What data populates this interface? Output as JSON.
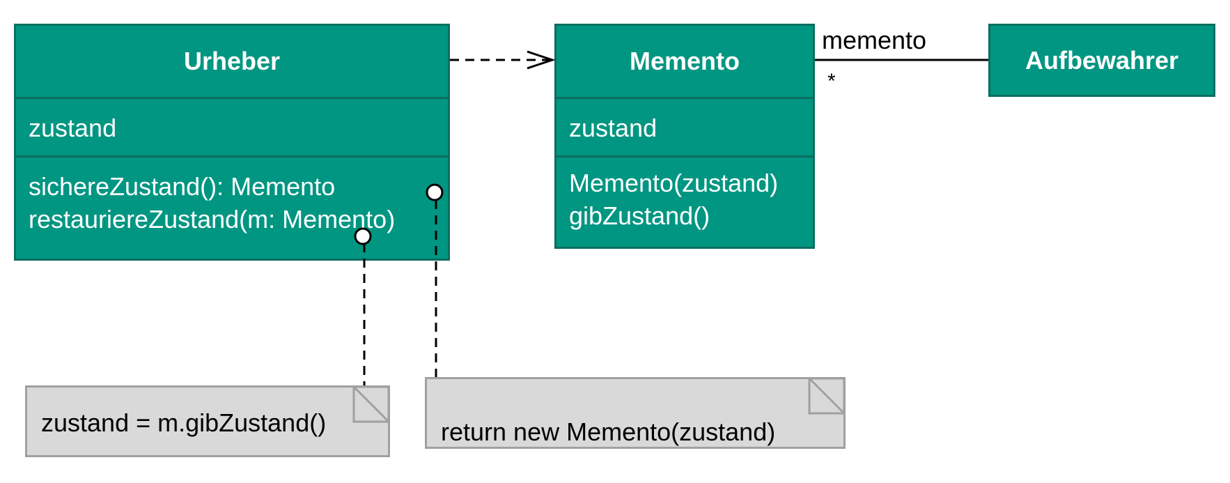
{
  "classes": {
    "urheber": {
      "name": "Urheber",
      "attributes": [
        "zustand"
      ],
      "operations": [
        "sichereZustand(): Memento",
        "restauriereZustand(m: Memento)"
      ]
    },
    "memento": {
      "name": "Memento",
      "attributes": [
        "zustand"
      ],
      "operations": [
        "Memento(zustand)",
        "gibZustand()"
      ]
    },
    "aufbewahrer": {
      "name": "Aufbewahrer"
    }
  },
  "association": {
    "role": "memento",
    "multiplicity": "*"
  },
  "notes": {
    "restore": "zustand = m.gibZustand()",
    "save": "return new Memento(zustand)"
  },
  "colors": {
    "class_fill": "#009682",
    "class_border": "#0b6e5f",
    "note_fill": "#d9d9d9",
    "note_border": "#a0a0a0"
  }
}
